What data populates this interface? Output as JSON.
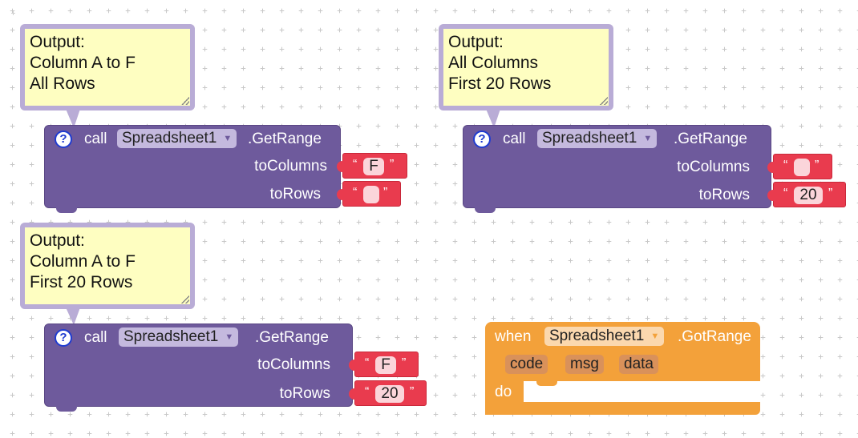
{
  "comments": [
    {
      "lines": [
        "Output:",
        "Column A to F",
        "All Rows"
      ]
    },
    {
      "lines": [
        "Output:",
        "All Columns",
        "First 20 Rows"
      ]
    },
    {
      "lines": [
        "Output:",
        "Column A to F",
        "First 20 Rows"
      ]
    }
  ],
  "blocks": [
    {
      "help": "?",
      "call": "call",
      "component": "Spreadsheet1",
      "method": ".GetRange",
      "label_cols": "toColumns",
      "label_rows": "toRows",
      "cols_value": "F",
      "rows_value": ""
    },
    {
      "help": "?",
      "call": "call",
      "component": "Spreadsheet1",
      "method": ".GetRange",
      "label_cols": "toColumns",
      "label_rows": "toRows",
      "cols_value": "",
      "rows_value": "20"
    },
    {
      "help": "?",
      "call": "call",
      "component": "Spreadsheet1",
      "method": ".GetRange",
      "label_cols": "toColumns",
      "label_rows": "toRows",
      "cols_value": "F",
      "rows_value": "20"
    }
  ],
  "quote_open": "“",
  "quote_close": "”",
  "event": {
    "when": "when",
    "component": "Spreadsheet1",
    "event": ".GotRange",
    "params": [
      "code",
      "msg",
      "data"
    ],
    "do": "do"
  },
  "colors": {
    "procedure": "#6e5a9c",
    "text": "#e93b4e",
    "event": "#f3a13a",
    "comment": "#fefec1"
  }
}
